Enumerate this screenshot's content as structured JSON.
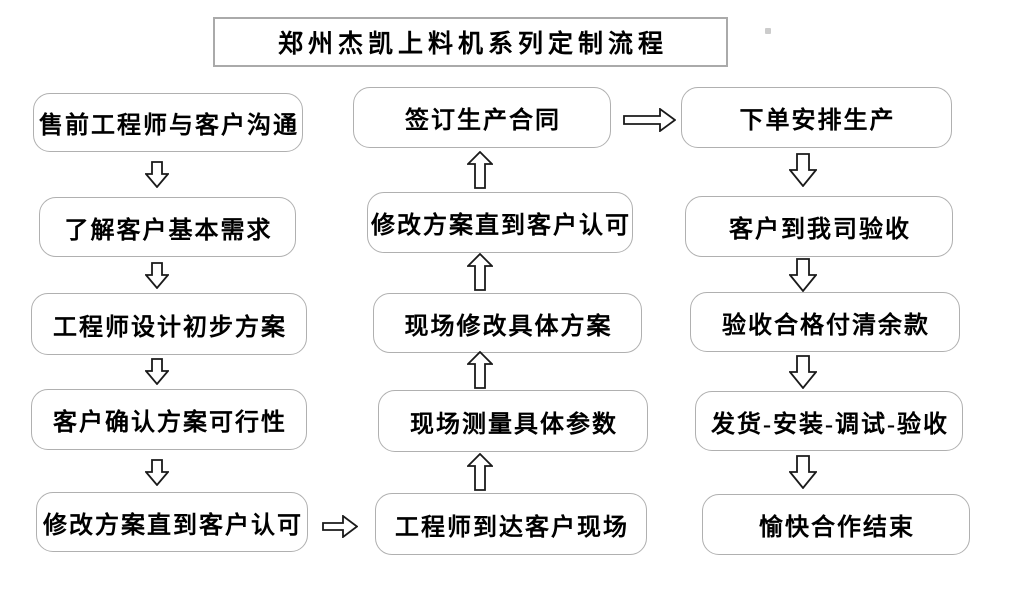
{
  "title": {
    "text": "郑州杰凯上料机系列定制流程"
  },
  "columns": {
    "left": {
      "boxes": [
        "售前工程师与客户沟通",
        "了解客户基本需求",
        "工程师设计初步方案",
        "客户确认方案可行性",
        "修改方案直到客户认可"
      ]
    },
    "middle": {
      "boxes": [
        "签订生产合同",
        "修改方案直到客户认可",
        "现场修改具体方案",
        "现场测量具体参数",
        "工程师到达客户现场"
      ]
    },
    "right": {
      "boxes": [
        "下单安排生产",
        "客户到我司验收",
        "验收合格付清余款",
        "发货-安装-调试-验收",
        "愉快合作结束"
      ]
    }
  },
  "flow": {
    "connections": [
      {
        "from": "售前工程师与客户沟通",
        "to": "了解客户基本需求",
        "direction": "down"
      },
      {
        "from": "了解客户基本需求",
        "to": "工程师设计初步方案",
        "direction": "down"
      },
      {
        "from": "工程师设计初步方案",
        "to": "客户确认方案可行性",
        "direction": "down"
      },
      {
        "from": "客户确认方案可行性",
        "to": "修改方案直到客户认可",
        "direction": "down"
      },
      {
        "from": "修改方案直到客户认可",
        "to": "工程师到达客户现场",
        "direction": "right"
      },
      {
        "from": "工程师到达客户现场",
        "to": "现场测量具体参数",
        "direction": "up"
      },
      {
        "from": "现场测量具体参数",
        "to": "现场修改具体方案",
        "direction": "up"
      },
      {
        "from": "现场修改具体方案",
        "to": "修改方案直到客户认可",
        "direction": "up"
      },
      {
        "from": "修改方案直到客户认可",
        "to": "签订生产合同",
        "direction": "up"
      },
      {
        "from": "签订生产合同",
        "to": "下单安排生产",
        "direction": "right"
      },
      {
        "from": "下单安排生产",
        "to": "客户到我司验收",
        "direction": "down"
      },
      {
        "from": "客户到我司验收",
        "to": "验收合格付清余款",
        "direction": "down"
      },
      {
        "from": "验收合格付清余款",
        "to": "发货-安装-调试-验收",
        "direction": "down"
      },
      {
        "from": "发货-安装-调试-验收",
        "to": "愉快合作结束",
        "direction": "down"
      }
    ]
  },
  "colors": {
    "background": "#ffffff",
    "box_border": "#b0b0b0",
    "title_border": "#aaaaaa",
    "arrow_outline": "#1a1a1a",
    "text": "#000000"
  }
}
